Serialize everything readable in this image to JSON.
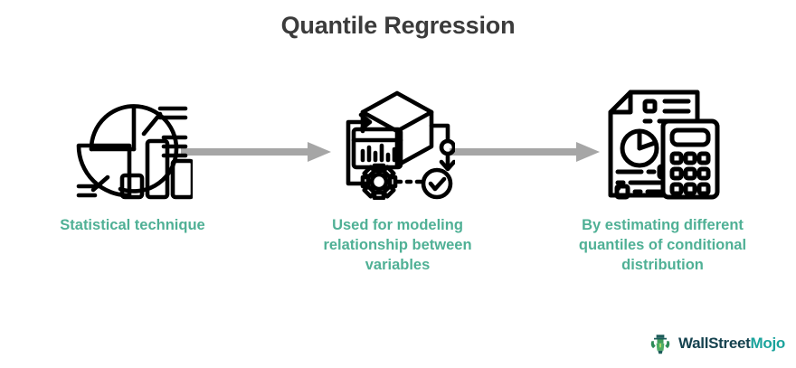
{
  "page": {
    "title": "Quantile Regression",
    "background_color": "#ffffff",
    "title_color": "#3b3b3b",
    "accent_color": "#4fb095",
    "arrow_color": "#a6a6a6",
    "icon_color": "#000000"
  },
  "steps": [
    {
      "icon_name": "statistics-pie-bar-chart-icon",
      "label": "Statistical technique"
    },
    {
      "icon_name": "modeling-workflow-cube-gear-icon",
      "label": "Used for modeling relationship between variables"
    },
    {
      "icon_name": "report-document-calculator-icon",
      "label": "By estimating different quantiles of conditional distribution"
    }
  ],
  "arrows": [
    {
      "name": "arrow-step1-to-step2",
      "direction": "right"
    },
    {
      "name": "arrow-step2-to-step3",
      "direction": "right"
    }
  ],
  "logo": {
    "mark_name": "wallstreetmojo-bull-mascot-icon",
    "text_primary": "WallStreet",
    "text_accent": "Mojo",
    "primary_color": "#15424f",
    "accent_color": "#1ba39c"
  }
}
